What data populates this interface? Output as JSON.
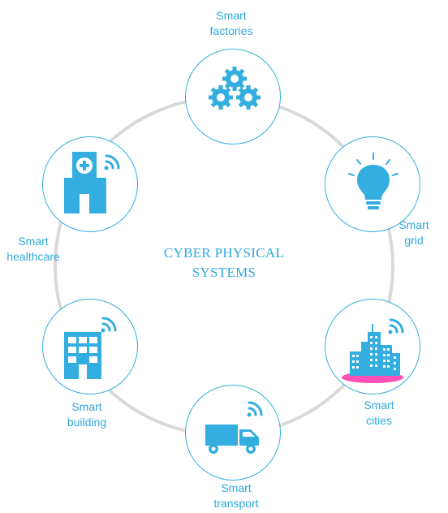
{
  "center": {
    "line1": "CYBER PHYSICAL",
    "line2": "SYSTEMS"
  },
  "colors": {
    "accent": "#34aee0",
    "ring": "#d9d9d9",
    "highlight": "#ff4fb8"
  },
  "nodes": [
    {
      "id": "factories",
      "line1": "Smart",
      "line2": "factories",
      "icon": "gears-icon"
    },
    {
      "id": "grid",
      "line1": "Smart",
      "line2": "grid",
      "icon": "lightbulb-icon"
    },
    {
      "id": "cities",
      "line1": "Smart",
      "line2": "cities",
      "icon": "city-skyline-icon"
    },
    {
      "id": "transport",
      "line1": "Smart",
      "line2": "transport",
      "icon": "truck-icon"
    },
    {
      "id": "building",
      "line1": "Smart",
      "line2": "building",
      "icon": "building-icon"
    },
    {
      "id": "healthcare",
      "line1": "Smart",
      "line2": "healthcare",
      "icon": "hospital-icon"
    }
  ]
}
